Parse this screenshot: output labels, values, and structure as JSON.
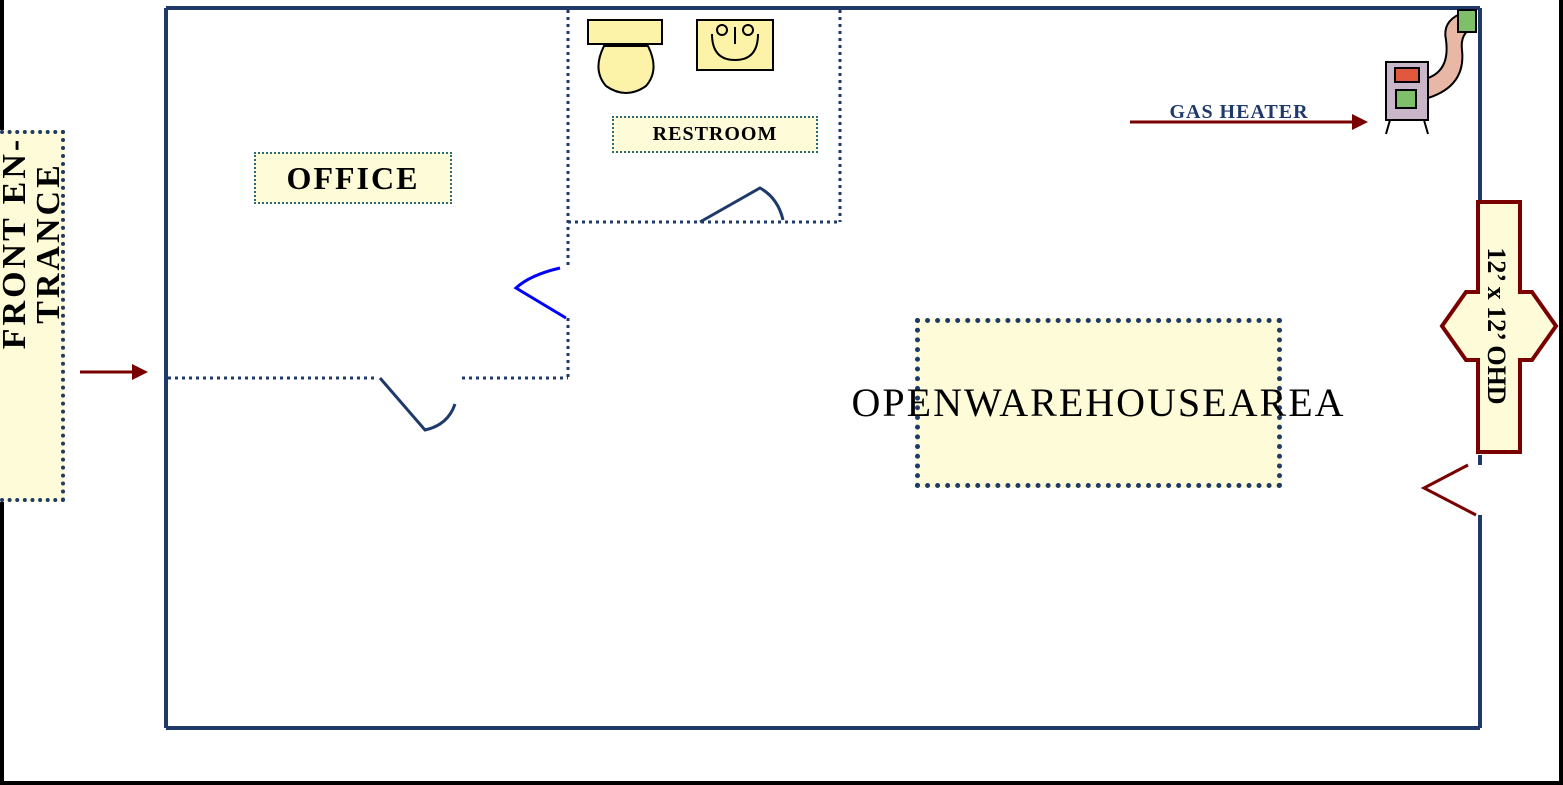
{
  "labels": {
    "office": "OFFICE",
    "restroom": "RESTROOM",
    "warehouse_line1": "OPEN",
    "warehouse_line2": "WAREHOUSE",
    "warehouse_line3": "AREA",
    "gas_heater": "GAS HEATER",
    "front_entrance": "FRONT EN-TRANCE",
    "ohd": "12’ x 12’ OHD"
  },
  "colors": {
    "wall": "#1f3a6a",
    "label_fill": "#fdfbd8",
    "arrow": "#7a0000",
    "door_blue": "#0000ff"
  },
  "icons": [
    "toilet-icon",
    "sink-icon",
    "gas-heater-icon"
  ]
}
